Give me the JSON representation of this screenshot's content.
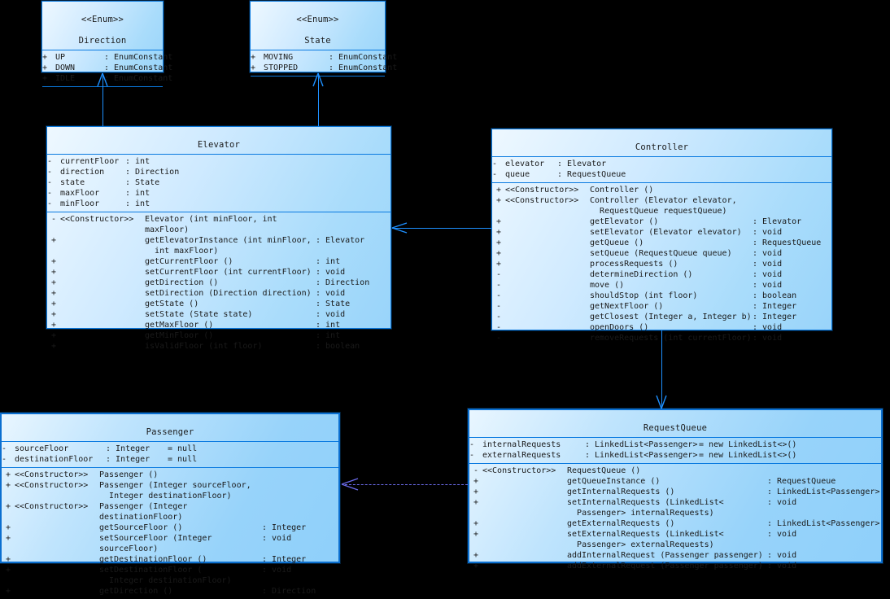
{
  "diagram": {
    "title": "Elevator System UML Class Diagram",
    "type": "uml-class-diagram",
    "background": "#000000",
    "box_border": "#0a7ae0",
    "box_fill": "#a9dcfb",
    "connector_color": "#1e90ff",
    "dependency_color": "#6a6ae8"
  },
  "classes": {
    "direction": {
      "stereotype": "<<Enum>>",
      "name": "Direction",
      "attributes": [
        {
          "vis": "+",
          "name": "UP",
          "type": "EnumConstant"
        },
        {
          "vis": "+",
          "name": "DOWN",
          "type": "EnumConstant"
        },
        {
          "vis": "+",
          "name": "IDLE",
          "type": "EnumConstant"
        }
      ],
      "operations": []
    },
    "state": {
      "stereotype": "<<Enum>>",
      "name": "State",
      "attributes": [
        {
          "vis": "+",
          "name": "MOVING",
          "type": "EnumConstant"
        },
        {
          "vis": "+",
          "name": "STOPPED",
          "type": "EnumConstant"
        }
      ],
      "operations": []
    },
    "elevator": {
      "name": "Elevator",
      "attributes": [
        {
          "vis": "-",
          "name": "currentFloor",
          "type": "int"
        },
        {
          "vis": "-",
          "name": "direction",
          "type": "Direction"
        },
        {
          "vis": "-",
          "name": "state",
          "type": "State"
        },
        {
          "vis": "-",
          "name": "maxFloor",
          "type": "int"
        },
        {
          "vis": "-",
          "name": "minFloor",
          "type": "int"
        }
      ],
      "operations": [
        {
          "vis": "-",
          "stereotype": "<<Constructor>>",
          "sig": "Elevator (int minFloor, int maxFloor)",
          "type": ""
        },
        {
          "vis": "+",
          "stereotype": "",
          "sig": "getElevatorInstance (int minFloor,\n  int maxFloor)",
          "type": ": Elevator"
        },
        {
          "vis": "+",
          "stereotype": "",
          "sig": "getCurrentFloor ()",
          "type": ": int"
        },
        {
          "vis": "+",
          "stereotype": "",
          "sig": "setCurrentFloor (int currentFloor)",
          "type": ": void"
        },
        {
          "vis": "+",
          "stereotype": "",
          "sig": "getDirection ()",
          "type": ": Direction"
        },
        {
          "vis": "+",
          "stereotype": "",
          "sig": "setDirection (Direction direction)",
          "type": ": void"
        },
        {
          "vis": "+",
          "stereotype": "",
          "sig": "getState ()",
          "type": ": State"
        },
        {
          "vis": "+",
          "stereotype": "",
          "sig": "setState (State state)",
          "type": ": void"
        },
        {
          "vis": "+",
          "stereotype": "",
          "sig": "getMaxFloor ()",
          "type": ": int"
        },
        {
          "vis": "+",
          "stereotype": "",
          "sig": "getMinFloor ()",
          "type": ": int"
        },
        {
          "vis": "+",
          "stereotype": "",
          "sig": "isValidFloor (int floor)",
          "type": ": boolean"
        }
      ]
    },
    "controller": {
      "name": "Controller",
      "attributes": [
        {
          "vis": "-",
          "name": "elevator",
          "type": "Elevator"
        },
        {
          "vis": "-",
          "name": "queue",
          "type": "RequestQueue"
        }
      ],
      "operations": [
        {
          "vis": "+",
          "stereotype": "<<Constructor>>",
          "sig": "Controller ()",
          "type": ""
        },
        {
          "vis": "+",
          "stereotype": "<<Constructor>>",
          "sig": "Controller (Elevator elevator,\n  RequestQueue requestQueue)",
          "type": ""
        },
        {
          "vis": "+",
          "stereotype": "",
          "sig": "getElevator ()",
          "type": ": Elevator"
        },
        {
          "vis": "+",
          "stereotype": "",
          "sig": "setElevator (Elevator elevator)",
          "type": ": void"
        },
        {
          "vis": "+",
          "stereotype": "",
          "sig": "getQueue ()",
          "type": ": RequestQueue"
        },
        {
          "vis": "+",
          "stereotype": "",
          "sig": "setQueue (RequestQueue queue)",
          "type": ": void"
        },
        {
          "vis": "+",
          "stereotype": "",
          "sig": "processRequests ()",
          "type": ": void"
        },
        {
          "vis": "-",
          "stereotype": "",
          "sig": "determineDirection ()",
          "type": ": void"
        },
        {
          "vis": "-",
          "stereotype": "",
          "sig": "move ()",
          "type": ": void"
        },
        {
          "vis": "-",
          "stereotype": "",
          "sig": "shouldStop (int floor)",
          "type": ": boolean"
        },
        {
          "vis": "-",
          "stereotype": "",
          "sig": "getNextFloor ()",
          "type": ": Integer"
        },
        {
          "vis": "-",
          "stereotype": "",
          "sig": "getClosest (Integer a, Integer b)",
          "type": ": Integer"
        },
        {
          "vis": "-",
          "stereotype": "",
          "sig": "openDoors ()",
          "type": ": void"
        },
        {
          "vis": "-",
          "stereotype": "",
          "sig": "removeRequests (int currentFloor)",
          "type": ": void"
        }
      ]
    },
    "passenger": {
      "name": "Passenger",
      "attributes": [
        {
          "vis": "-",
          "name": "sourceFloor",
          "type": "Integer",
          "default": "= null"
        },
        {
          "vis": "-",
          "name": "destinationFloor",
          "type": "Integer",
          "default": "= null"
        }
      ],
      "operations": [
        {
          "vis": "+",
          "stereotype": "<<Constructor>>",
          "sig": "Passenger ()",
          "type": ""
        },
        {
          "vis": "+",
          "stereotype": "<<Constructor>>",
          "sig": "Passenger (Integer sourceFloor,\n  Integer destinationFloor)",
          "type": ""
        },
        {
          "vis": "+",
          "stereotype": "<<Constructor>>",
          "sig": "Passenger (Integer destinationFloor)",
          "type": ""
        },
        {
          "vis": "+",
          "stereotype": "",
          "sig": "getSourceFloor ()",
          "type": ": Integer"
        },
        {
          "vis": "+",
          "stereotype": "",
          "sig": "setSourceFloor (Integer sourceFloor)",
          "type": ": void"
        },
        {
          "vis": "+",
          "stereotype": "",
          "sig": "getDestinationFloor ()",
          "type": ": Integer"
        },
        {
          "vis": "+",
          "stereotype": "",
          "sig": "setDestinationFloor (\n  Integer destinationFloor)",
          "type": ": void"
        },
        {
          "vis": "+",
          "stereotype": "",
          "sig": "getDirection ()",
          "type": ": Direction"
        }
      ]
    },
    "requestqueue": {
      "name": "RequestQueue",
      "attributes": [
        {
          "vis": "-",
          "name": "internalRequests",
          "type": "LinkedList<Passenger>",
          "default": "= new LinkedList<>()"
        },
        {
          "vis": "-",
          "name": "externalRequests",
          "type": "LinkedList<Passenger>",
          "default": "= new LinkedList<>()"
        }
      ],
      "operations": [
        {
          "vis": "-",
          "stereotype": "<<Constructor>>",
          "sig": "RequestQueue ()",
          "type": ""
        },
        {
          "vis": "+",
          "stereotype": "",
          "sig": "getQueueInstance ()",
          "type": ": RequestQueue"
        },
        {
          "vis": "+",
          "stereotype": "",
          "sig": "getInternalRequests ()",
          "type": ": LinkedList<Passenger>"
        },
        {
          "vis": "+",
          "stereotype": "",
          "sig": "setInternalRequests (LinkedList<\n  Passenger> internalRequests)",
          "type": ": void"
        },
        {
          "vis": "+",
          "stereotype": "",
          "sig": "getExternalRequests ()",
          "type": ": LinkedList<Passenger>"
        },
        {
          "vis": "+",
          "stereotype": "",
          "sig": "setExternalRequests (LinkedList<\n  Passenger> externalRequests)",
          "type": ": void"
        },
        {
          "vis": "+",
          "stereotype": "",
          "sig": "addInternalRequest (Passenger passenger)",
          "type": ": void"
        },
        {
          "vis": "+",
          "stereotype": "",
          "sig": "addExternalRequest (Passenger passenger)",
          "type": ": void"
        }
      ]
    }
  },
  "relationships": [
    {
      "from": "Elevator",
      "to": "Direction",
      "style": "solid",
      "arrow": "open"
    },
    {
      "from": "Elevator",
      "to": "State",
      "style": "solid",
      "arrow": "open"
    },
    {
      "from": "Controller",
      "to": "Elevator",
      "style": "solid",
      "arrow": "open"
    },
    {
      "from": "Controller",
      "to": "RequestQueue",
      "style": "solid",
      "arrow": "open"
    },
    {
      "from": "RequestQueue",
      "to": "Passenger",
      "style": "dashed",
      "arrow": "open"
    }
  ]
}
